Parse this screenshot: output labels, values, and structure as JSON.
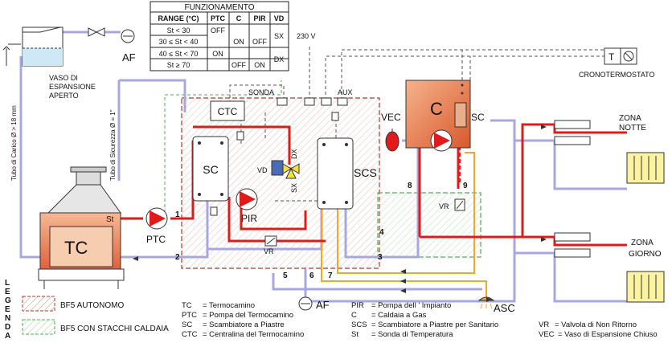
{
  "table": {
    "title": "FUNZIONAMENTO",
    "headers": [
      "RANGE (°C)",
      "PTC",
      "C",
      "PIR",
      "VD"
    ],
    "rows": [
      "St < 30",
      "30 ≤ St < 40",
      "40 ≤ St < 70",
      "St ≥ 70"
    ],
    "cells": {
      "ptc_off": "OFF",
      "ptc_on": "ON",
      "c_on": "ON",
      "c_off": "OFF",
      "pir_off": "OFF",
      "pir_on": "ON",
      "vd_sx": "SX",
      "vd_dx": "DX"
    }
  },
  "labels": {
    "af_top": "AF",
    "vaso": [
      "VASO DI",
      "ESPANSIONE",
      "APERTO"
    ],
    "tubo_carico": "Tubo di Carico Ø > 18 mm",
    "tubo_sicurezza": "Tubo di Sicurezza Ø = 1\"",
    "v230": "230 V",
    "sonda": "SONDA",
    "aux": "AUX",
    "ctc": "CTC",
    "sc": "SC",
    "scs": "SCS",
    "vd": "VD",
    "sx": "SX",
    "dx": "DX",
    "pir": "PIR",
    "ptc": "PTC",
    "tc": "TC",
    "st": "St",
    "vr": "VR",
    "vr2": "VR",
    "vec": "VEC",
    "c": "C",
    "sc_boiler": "SC",
    "cronotermostato": "CRONOTERMOSTATO",
    "t": "T",
    "zona_notte": [
      "ZONA",
      "NOTTE"
    ],
    "zona_giorno": [
      "ZONA",
      "GIORNO"
    ],
    "af_bottom": "AF",
    "asc": "ASC",
    "legenda": [
      "L",
      "E",
      "G",
      "E",
      "N",
      "D",
      "A"
    ],
    "bf5_autonomo": "BF5 AUTONOMO",
    "bf5_stacchi": "BF5 CON STACCHI CALDAIA",
    "numbers": [
      "1",
      "2",
      "3",
      "4",
      "5",
      "6",
      "7",
      "8",
      "9"
    ]
  },
  "legend_lines": [
    [
      "TC",
      "= Termocamino"
    ],
    [
      "PTC",
      "= Pompa del Termocamino"
    ],
    [
      "SC",
      "= Scambiatore a Piastre"
    ],
    [
      "CTC",
      "= Centralina del Termocamino"
    ],
    [
      "PIR",
      "= Pompa dell ' Impianto"
    ],
    [
      "C",
      "= Caldaia a Gas"
    ],
    [
      "SCS",
      "= Scambiatore a Piastre per Sanitario"
    ],
    [
      "St",
      "= Sonda di Temperatura"
    ],
    [
      "VR",
      "= Valvola di Non Ritorno"
    ],
    [
      "VEC",
      "= Vaso di Espansione Chiuso"
    ]
  ],
  "colors": {
    "hot": "#e11b1b",
    "cold": "#a6a9e0",
    "dhw": "#f5a623",
    "dash_red": "#b23a2a",
    "dash_green": "#4caf50",
    "fire": "#f0a070",
    "boiler": "#e88a55"
  }
}
